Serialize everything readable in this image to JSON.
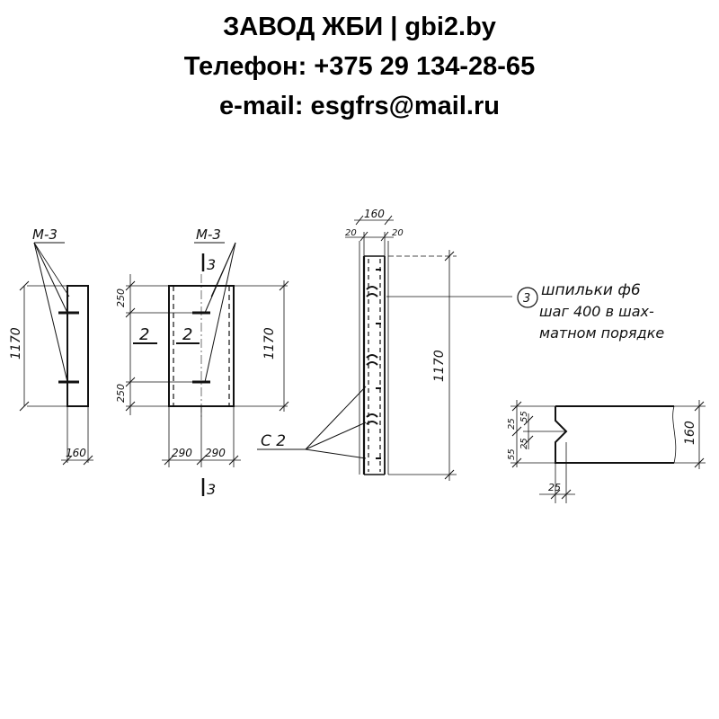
{
  "header": {
    "line1": "ЗАВОД ЖБИ | gbi2.by",
    "line2": "Телефон: +375 29 134-28-65",
    "line3": "e-mail: esgfrs@mail.ru"
  },
  "drawing": {
    "view1": {
      "tag": "М-3",
      "height": "1170",
      "width": "160"
    },
    "view2": {
      "tag": "М-3",
      "section_top": "3",
      "section_bottom": "3",
      "height": "1170",
      "dim_top": "250",
      "dim_bottom": "250",
      "mark_left": "2",
      "mark_right": "2",
      "width_left": "290",
      "width_right": "290"
    },
    "view3": {
      "top_width": "160",
      "edge_left": "20",
      "edge_right": "20",
      "height": "1170",
      "note_num": "3",
      "note_line1": "шпильки ф6",
      "note_line2": "шаг 400 в шах-",
      "note_line3": "матном порядке",
      "callout": "С 2"
    },
    "view4": {
      "d55_top": "55",
      "d25_top": "25",
      "d25_mid": "25",
      "d55_bottom": "55",
      "height": "160",
      "d25_bottom": "25"
    }
  }
}
